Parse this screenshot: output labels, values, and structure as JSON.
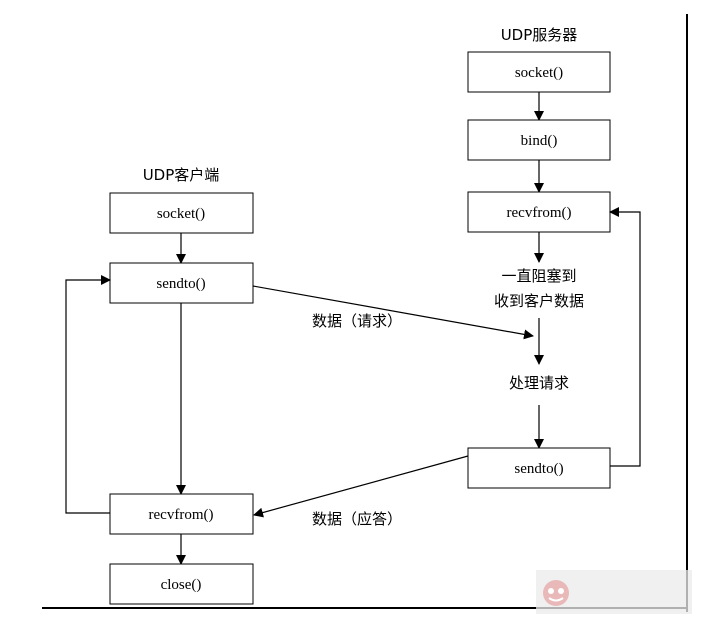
{
  "server": {
    "title": "UDP服务器",
    "socket": "socket()",
    "bind": "bind()",
    "recvfrom": "recvfrom()",
    "block_line1": "一直阻塞到",
    "block_line2": "收到客户数据",
    "process": "处理请求",
    "sendto": "sendto()"
  },
  "client": {
    "title": "UDP客户端",
    "socket": "socket()",
    "sendto": "sendto()",
    "recvfrom": "recvfrom()",
    "close": "close()"
  },
  "messages": {
    "request": "数据（请求）",
    "response": "数据（应答）"
  },
  "colors": {
    "stroke": "#000000",
    "box_fill": "#ffffff"
  }
}
